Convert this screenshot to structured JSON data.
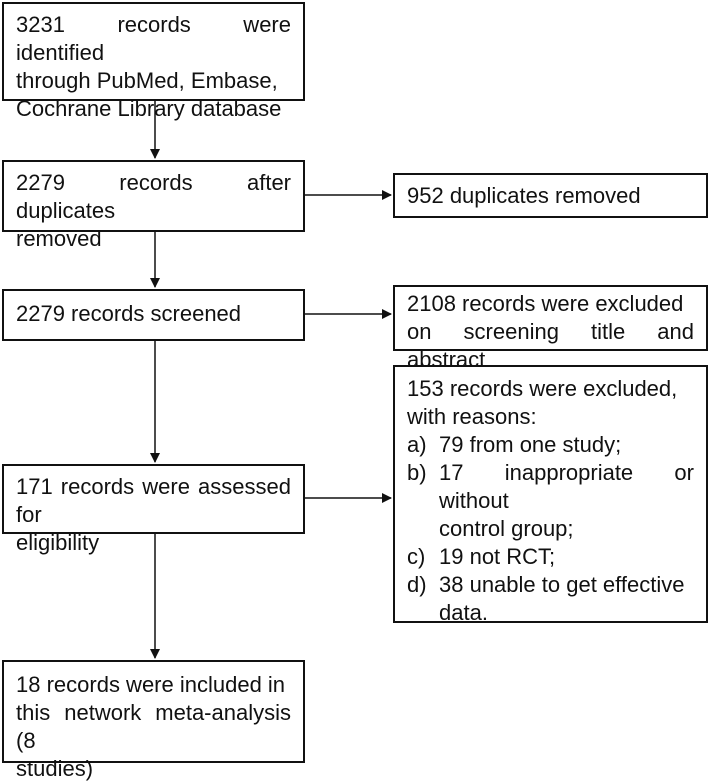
{
  "flow": {
    "identified": [
      "3231 records were identified",
      "through PubMed, Embase,",
      "Cochrane Library database"
    ],
    "after_duplicates": [
      "2279 records after duplicates",
      "removed"
    ],
    "screened": [
      "2279 records screened"
    ],
    "assessed": [
      "171 records were assessed for",
      "eligibility"
    ],
    "included": [
      "18 records were included in",
      "this network meta-analysis (8",
      "studies)"
    ]
  },
  "side": {
    "duplicates": [
      "952 duplicates removed"
    ],
    "excluded_screening": [
      "2108 records were excluded",
      "on screening title and abstract"
    ],
    "excluded_reasons": {
      "header": [
        "153 records were excluded,",
        "with reasons:"
      ],
      "items": [
        {
          "marker": "a)",
          "lines": [
            "79 from one study;"
          ]
        },
        {
          "marker": "b)",
          "lines": [
            "17 inappropriate or without",
            "control group;"
          ]
        },
        {
          "marker": "c)",
          "lines": [
            "19 not RCT;"
          ]
        },
        {
          "marker": "d)",
          "lines": [
            "38 unable to get effective",
            "data."
          ]
        }
      ]
    }
  }
}
